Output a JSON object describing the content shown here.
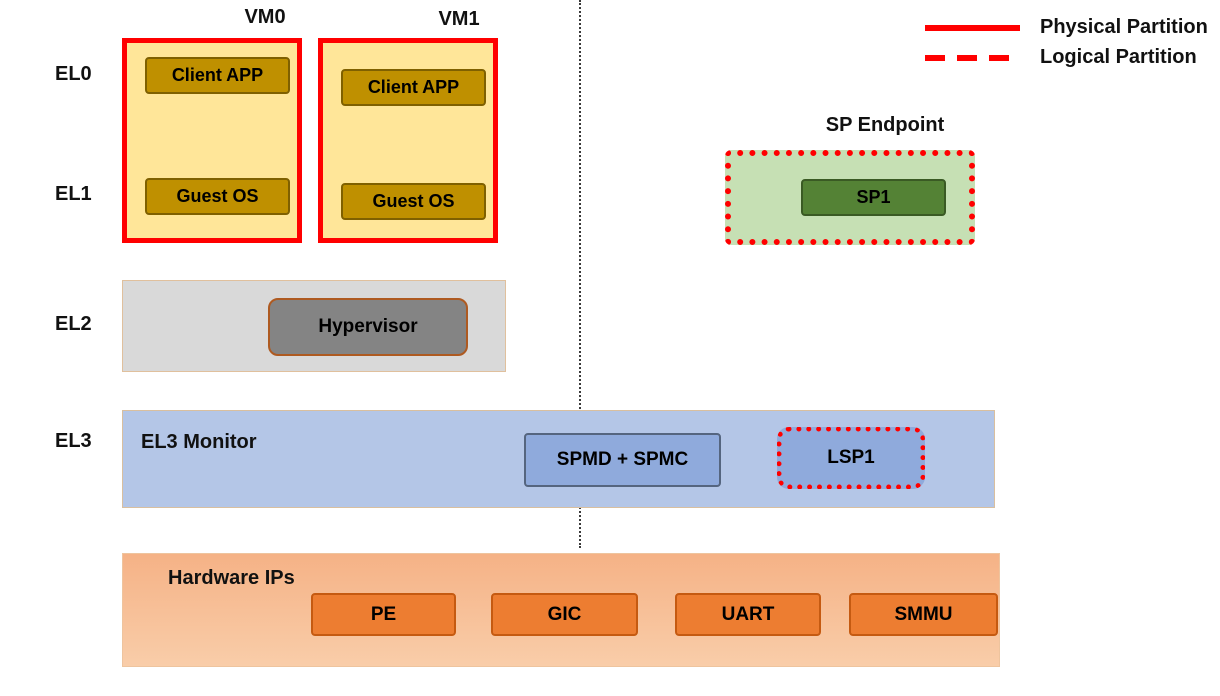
{
  "el_levels": [
    "EL0",
    "EL1",
    "EL2",
    "EL3"
  ],
  "vms": [
    {
      "title": "VM0",
      "client_app": "Client APP",
      "guest_os": "Guest OS"
    },
    {
      "title": "VM1",
      "client_app": "Client APP",
      "guest_os": "Guest OS"
    }
  ],
  "sp_endpoint": {
    "title": "SP Endpoint",
    "sp_label": "SP1"
  },
  "el2": {
    "hypervisor_label": "Hypervisor"
  },
  "el3": {
    "monitor_label": "EL3 Monitor",
    "spmd_label": "SPMD + SPMC",
    "lsp_label": "LSP1"
  },
  "hardware": {
    "title": "Hardware IPs",
    "ips": [
      "PE",
      "GIC",
      "UART",
      "SMMU"
    ]
  },
  "legend": {
    "physical": "Physical Partition",
    "logical": "Logical Partition"
  },
  "colors": {
    "partition_red": "#FF0000",
    "vm_fill": "#FFE699",
    "app_chip_fill": "#BF9000",
    "sp_endpoint_fill": "#C6E0B4",
    "sp_chip_fill": "#548235",
    "el2_fill": "#D9D9D9",
    "hypervisor_fill": "#848484",
    "el3_fill": "#B4C6E7",
    "spmd_fill": "#8FAADC",
    "hardware_fill": "#F5B286",
    "ip_chip_fill": "#ED7D31"
  }
}
